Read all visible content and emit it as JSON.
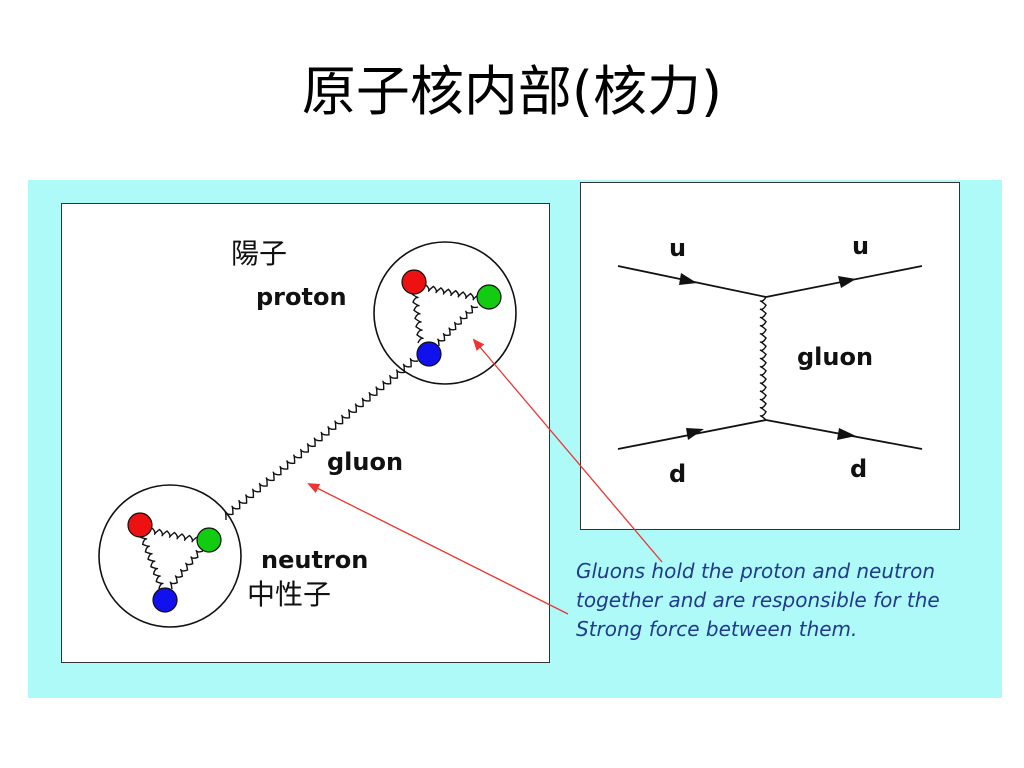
{
  "title": "原子核内部(核力)",
  "left_diagram": {
    "label_proton_jp": "陽子",
    "label_proton": "proton",
    "label_gluon": "gluon",
    "label_neutron": "neutron",
    "label_neutron_jp": "中性子",
    "quark_colors": [
      "#ee1111",
      "#11cc11",
      "#1111ee"
    ]
  },
  "right_diagram": {
    "label_u_in": "u",
    "label_u_out": "u",
    "label_gluon": "gluon",
    "label_d_in": "d",
    "label_d_out": "d"
  },
  "caption": "Gluons hold the proton and neutron together and are responsible for the Strong force between them.",
  "colors": {
    "panel_background": "#aefaf8",
    "arrow": "#ee3333",
    "caption_text": "#223a8c"
  }
}
